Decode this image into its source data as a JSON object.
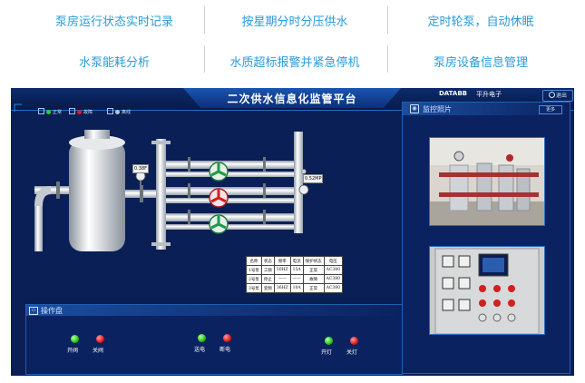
{
  "features": [
    {
      "label": "泵房运行状态实时记录"
    },
    {
      "label": "按星期分时分压供水"
    },
    {
      "label": "定时轮泵，自动休眠"
    },
    {
      "label": "水泵能耗分析"
    },
    {
      "label": "水质超标报警并紧急停机"
    },
    {
      "label": "泵房设备信息管理"
    }
  ],
  "app": {
    "title": "二次供水信息化监管平台",
    "brand": "DATABB",
    "brand_cn": "平升电子",
    "exit_label": "退出"
  },
  "legend": {
    "items": [
      {
        "label": "正常",
        "color": "#27d03a"
      },
      {
        "label": "故障",
        "color": "#e02020"
      },
      {
        "label": "离线",
        "color": "#b8c4d4"
      }
    ]
  },
  "diagram": {
    "gauge_left": "0.38F",
    "gauge_right": "0.52MP"
  },
  "monitor": {
    "title": "监控照片",
    "more_label": "更多"
  },
  "pump_table": {
    "headers": [
      "名称",
      "状态",
      "频率",
      "电流",
      "保护状态",
      "电压"
    ],
    "rows": [
      [
        "1号泵",
        "工频",
        "50HZ",
        "15A",
        "正常",
        "AC380"
      ],
      [
        "2号泵",
        "停止",
        "——",
        "——",
        "故障",
        "AC380"
      ],
      [
        "3号泵",
        "变频",
        "36HZ",
        "10A",
        "正常",
        "AC380"
      ]
    ]
  },
  "ops": {
    "title": "操作盘",
    "controls": [
      {
        "on_label": "开阀",
        "off_label": "关阀"
      },
      {
        "on_label": "送电",
        "off_label": "断电"
      },
      {
        "on_label": "开灯",
        "off_label": "关灯"
      }
    ]
  },
  "colors": {
    "feature_text": "#2a9bd9",
    "screen_bg": "#0a1f55",
    "accent": "#1f6fc4",
    "status_green": "#27d03a",
    "status_red": "#e02020"
  }
}
